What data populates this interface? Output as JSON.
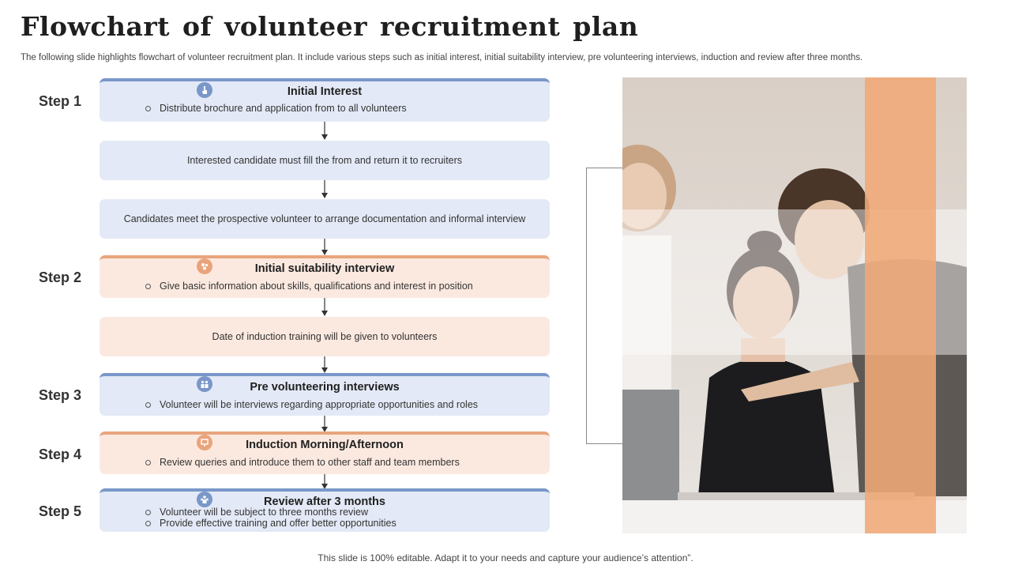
{
  "header": {
    "title": "Flowchart of volunteer recruitment plan",
    "subtitle": "The following slide highlights flowchart of volunteer recruitment plan. It include various steps such as initial interest, initial suitability interview, pre volunteering interviews, induction and review after three months."
  },
  "steps": [
    {
      "label": "Step 1",
      "title": "Initial Interest",
      "bullets": [
        "Distribute brochure and application from to all volunteers"
      ],
      "icon": "pointing-hand-icon"
    },
    {
      "label": "Step 2",
      "title": "Initial suitability interview",
      "bullets": [
        "Give basic information  about skills, qualifications and interest in position"
      ],
      "icon": "gear-group-icon"
    },
    {
      "label": "Step 3",
      "title": "Pre volunteering interviews",
      "bullets": [
        "Volunteer will be interviews regarding appropriate opportunities and roles"
      ],
      "icon": "people-icon"
    },
    {
      "label": "Step 4",
      "title": "Induction Morning/Afternoon",
      "bullets": [
        "Review queries and introduce them to other staff and team members"
      ],
      "icon": "presentation-icon"
    },
    {
      "label": "Step 5",
      "title": "Review after 3 months",
      "bullets": [
        "Volunteer will be subject to three months review",
        "Provide effective training and offer better opportunities"
      ],
      "icon": "team-icon"
    }
  ],
  "intermediate": [
    "Interested candidate must fill the from and return it to recruiters",
    "Candidates meet the prospective volunteer to arrange documentation and  informal interview",
    "Date of induction training  will be given to volunteers"
  ],
  "colors": {
    "blue_fill": "#e3e9f6",
    "blue_accent": "#7a97c9",
    "peach_fill": "#fbe9e0",
    "peach_accent": "#e9a47c",
    "photo_stripe": "#f0a878"
  },
  "footer": "This slide is 100% editable. Adapt it to your needs and capture your audience’s attention”."
}
